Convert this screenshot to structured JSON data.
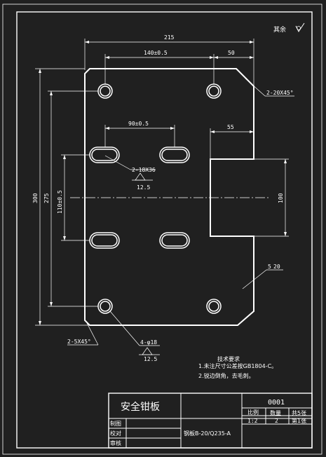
{
  "drawing": {
    "background_color": "#202020",
    "line_color": "#ffffff",
    "roughness_note": "其余",
    "dimensions": {
      "overall_width": "215",
      "hole_spacing": "140±0.5",
      "offset_top": "50",
      "chamfer_top": "2-20X45°",
      "slot_spacing": "90±0.5",
      "notch_depth": "55",
      "slot_callout": "2-18X36",
      "slot_roughness": "12.5",
      "height_total": "300",
      "height_holes": "275",
      "slot_vertical": "110±0.5",
      "notch_height": "100",
      "corner_radius": "5",
      "corner_radius_value": "20",
      "chamfer_bottom": "2-5X45°",
      "hole_callout": "4-φ18",
      "hole_roughness": "12.5"
    },
    "notes": {
      "title": "技术要求",
      "line1": "1.未注尺寸公差按GB1804-C。",
      "line2": "2.锐边倒角，去毛刺。"
    },
    "title_block": {
      "part_name": "安全钳板",
      "drawing_no": "0001",
      "scale_label": "比例",
      "quantity_label": "数量",
      "sheets_label": "共5张",
      "scale_value": "1:2",
      "quantity_value": "2",
      "sheet_no": "第1张",
      "drawn_label": "制图",
      "checked_label": "校对",
      "approved_label": "审核",
      "material": "钢板B-20/Q235-A"
    }
  }
}
